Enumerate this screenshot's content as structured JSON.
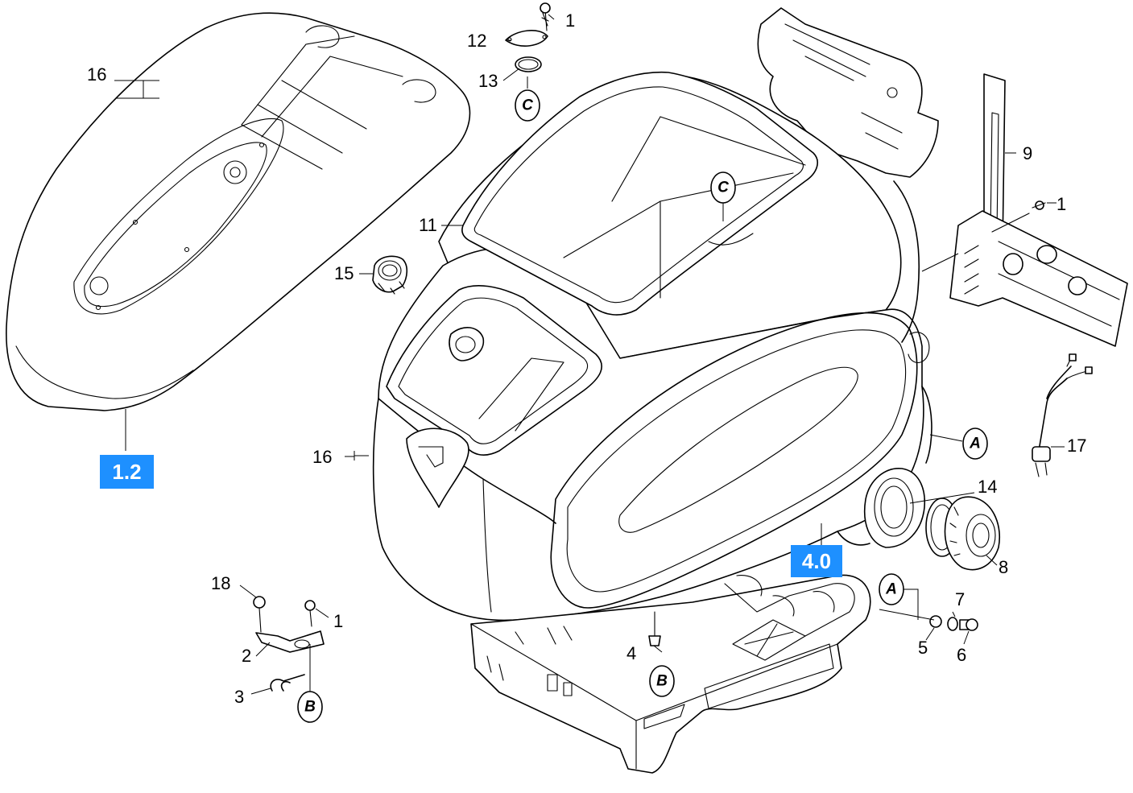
{
  "diagram": {
    "part_numbers": {
      "p1": "1",
      "p2": "2",
      "p3": "3",
      "p4": "4",
      "p5": "5",
      "p6": "6",
      "p7": "7",
      "p8": "8",
      "p9": "9",
      "p11": "11",
      "p12": "12",
      "p13": "13",
      "p14": "14",
      "p15": "15",
      "p16": "16",
      "p17": "17",
      "p18": "18"
    },
    "reference_letters": {
      "a": "A",
      "b": "B",
      "c": "C"
    },
    "group_tags": {
      "tag_1_2": "1.2",
      "tag_4_0": "4.0"
    },
    "tag_color": "#1e90ff"
  }
}
